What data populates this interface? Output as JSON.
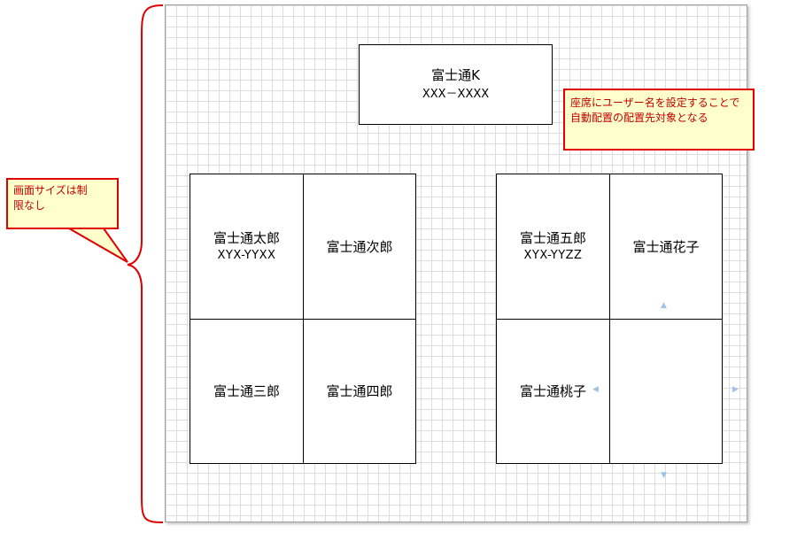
{
  "top_box": {
    "name": "富士通K",
    "code": "XXX－XXXX"
  },
  "left_group": {
    "seats": [
      {
        "name": "富士通太郎",
        "code": "XYX-YYXX"
      },
      {
        "name": "富士通次郎",
        "code": ""
      },
      {
        "name": "富士通三郎",
        "code": ""
      },
      {
        "name": "富士通四郎",
        "code": ""
      }
    ]
  },
  "right_group": {
    "seats": [
      {
        "name": "富士通五郎",
        "code": "XYX-YYZZ"
      },
      {
        "name": "富士通花子",
        "code": ""
      },
      {
        "name": "富士通桃子",
        "code": ""
      },
      {
        "name": "",
        "code": ""
      }
    ]
  },
  "callouts": {
    "left": {
      "line1": "画面サイズは制",
      "line2": "限なし"
    },
    "right": {
      "line1": "座席にユーザー名を設定することで",
      "line2": "自動配置の配置先対象となる"
    }
  },
  "colors": {
    "callout_border": "#e00000",
    "callout_fill": "#ffffcc",
    "callout_text": "#c00000",
    "grid": "#dcdcdc",
    "handle": "#9ec3e6"
  },
  "icons": {
    "arrow_up": "▲",
    "arrow_down": "▼",
    "arrow_left": "◀",
    "arrow_right": "▶"
  }
}
